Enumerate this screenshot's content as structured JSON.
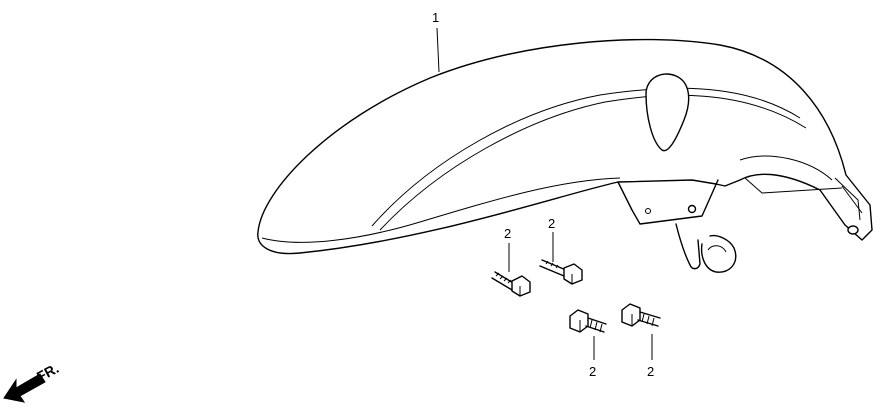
{
  "callouts": {
    "fender": "1",
    "bolt_a": "2",
    "bolt_b": "2",
    "bolt_c": "2",
    "bolt_d": "2"
  },
  "direction": {
    "label": "FR."
  }
}
